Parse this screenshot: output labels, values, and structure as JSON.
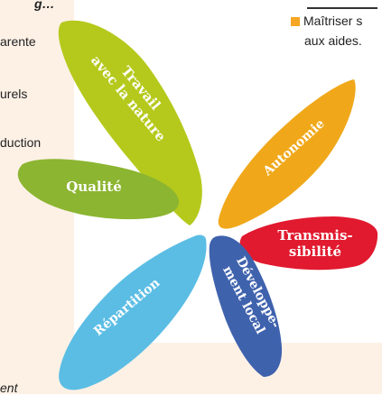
{
  "left_fragments": {
    "top": "g…",
    "line1": "arente",
    "line2": "urels",
    "line3": "duction",
    "bottom": "ent"
  },
  "right_panel": {
    "bullet_text_1": "Maîtriser s",
    "bullet_text_2": "aux aides."
  },
  "petals": [
    {
      "label": "Travail avec la nature",
      "color": "#b5c91c"
    },
    {
      "label": "Autonomie",
      "color": "#f0a81a"
    },
    {
      "label": "Transmis-sibilité",
      "color": "#e11a2f"
    },
    {
      "label": "Développe-ment local",
      "color": "#3f62ad"
    },
    {
      "label": "Répartition",
      "color": "#5bbde4"
    },
    {
      "label": "Qualité",
      "color": "#8cb531"
    }
  ],
  "labels": {
    "travail_1": "Travail",
    "travail_2": "avec la nature",
    "autonomie": "Autonomie",
    "transmis_1": "Transmis-",
    "transmis_2": "sibilité",
    "dev_1": "Développe-",
    "dev_2": "ment local",
    "repartition": "Répartition",
    "qualite": "Qualité"
  }
}
